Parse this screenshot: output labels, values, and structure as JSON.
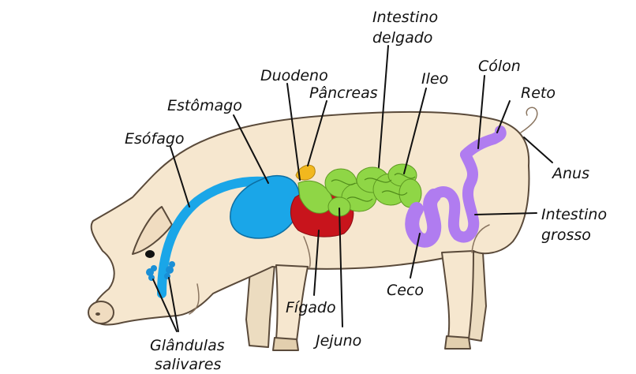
{
  "labels": {
    "intestino_delgado_line1": "Intestino",
    "intestino_delgado_line2": "delgado",
    "duodeno": "Duodeno",
    "pancreas": "Pâncreas",
    "ileo": "Ileo",
    "colon": "Cólon",
    "reto": "Reto",
    "estomago": "Estômago",
    "esofago": "Esófago",
    "anus": "Anus",
    "intestino_grosso_line1": "Intestino",
    "intestino_grosso_line2": "grosso",
    "ceco": "Ceco",
    "figado": "Fígado",
    "jejuno": "Jejuno",
    "glandulas_line1": "Glândulas",
    "glandulas_line2": "salivares"
  },
  "colors": {
    "body_fill": "#f6e7cf",
    "outline": "#5a4a3a",
    "esophagus_stomach": "#1aa6e8",
    "small_intestine": "#8fd646",
    "liver": "#c8141c",
    "pancreas": "#f2b81e",
    "large_intestine": "#b07cf0",
    "salivary_glands": "#1a8fd6"
  }
}
